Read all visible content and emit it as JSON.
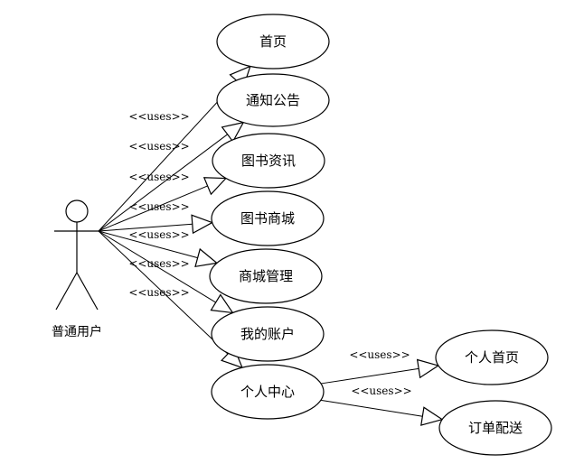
{
  "actor": {
    "name": "普通用户"
  },
  "stereotype": "<<uses>>",
  "use_cases": [
    {
      "id": "home",
      "label": "首页"
    },
    {
      "id": "notice",
      "label": "通知公告"
    },
    {
      "id": "book_news",
      "label": "图书资讯"
    },
    {
      "id": "book_mall",
      "label": "图书商城"
    },
    {
      "id": "mall_manage",
      "label": "商城管理"
    },
    {
      "id": "my_account",
      "label": "我的账户"
    },
    {
      "id": "personal_center",
      "label": "个人中心"
    },
    {
      "id": "personal_home",
      "label": "个人首页"
    },
    {
      "id": "order_delivery",
      "label": "订单配送"
    }
  ],
  "relations": [
    {
      "from": "actor",
      "to": "home",
      "label": "<<uses>>"
    },
    {
      "from": "actor",
      "to": "notice",
      "label": "<<uses>>"
    },
    {
      "from": "actor",
      "to": "book_news",
      "label": "<<uses>>"
    },
    {
      "from": "actor",
      "to": "book_mall",
      "label": "<<uses>>"
    },
    {
      "from": "actor",
      "to": "mall_manage",
      "label": "<<uses>>"
    },
    {
      "from": "actor",
      "to": "my_account",
      "label": "<<uses>>"
    },
    {
      "from": "actor",
      "to": "personal_center",
      "label": "<<uses>>"
    },
    {
      "from": "personal_center",
      "to": "personal_home",
      "label": "<<uses>>"
    },
    {
      "from": "personal_center",
      "to": "order_delivery",
      "label": "<<uses>>"
    }
  ]
}
